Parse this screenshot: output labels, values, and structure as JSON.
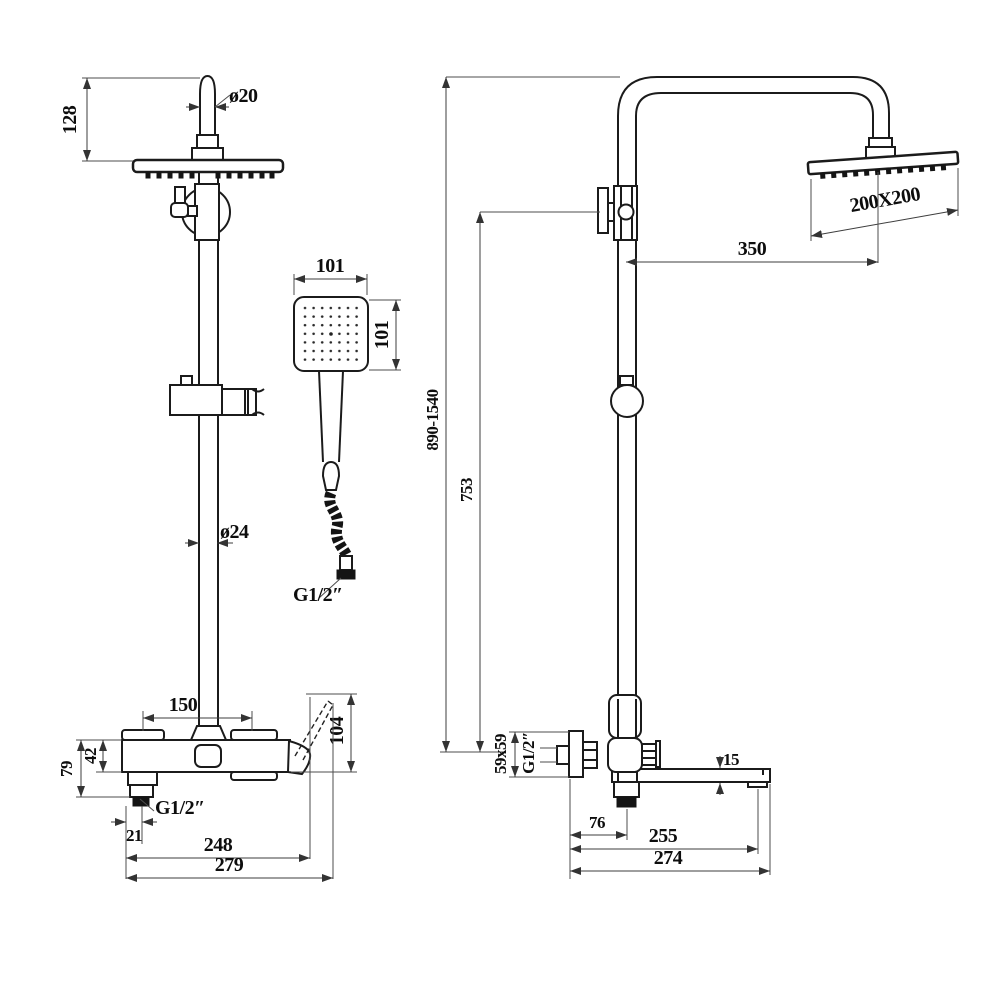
{
  "drawing": {
    "background": "#ffffff",
    "line_color": "#1b1b1b",
    "front_view": {
      "dims": {
        "top_pipe_diameter": "ø20",
        "head_drop": "128",
        "hand_shower_width": "101",
        "hand_shower_height": "101",
        "riser_diameter": "ø24",
        "hose_thread": "G1/2″",
        "port_centers": "150",
        "handle_height": "104",
        "body_height": "42",
        "body_outlet_drop": "79",
        "outlet_width": "21",
        "outlet_thread": "G1/2″",
        "outlet_to_handle": "248",
        "overall_width": "279"
      }
    },
    "side_view": {
      "dims": {
        "head_size": "200X200",
        "head_reach": "350",
        "overall_height": "890-1540",
        "inlet_to_bracket": "753",
        "flange_size": "59x59",
        "inlet_thread": "G1/2″",
        "spout_thickness": "15",
        "inlet_to_outlet": "76",
        "spout_outlet_reach": "255",
        "overall_depth": "274"
      }
    }
  }
}
